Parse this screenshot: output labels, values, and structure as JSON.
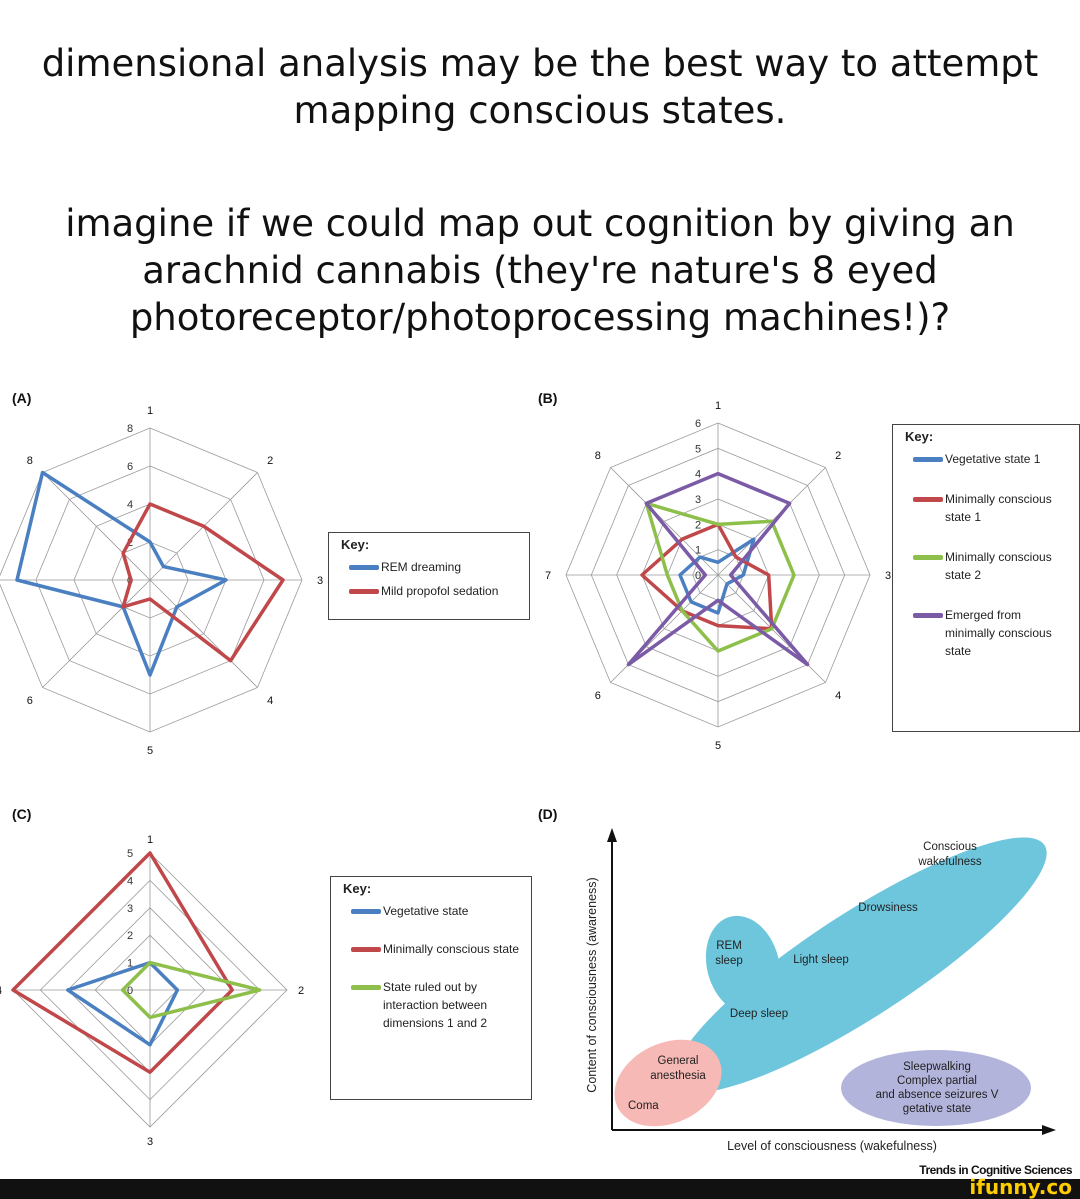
{
  "title": {
    "line1": "dimensional analysis may be the best way to attempt mapping conscious states.",
    "line2": "imagine if we could map out cognition by giving an arachnid cannabis (they're nature's 8 eyed photoreceptor/photoprocessing machines!)?"
  },
  "source": "Trends in Cognitive Sciences",
  "brand": "ifunny.co",
  "colors": {
    "blue": "#4a7fc1",
    "red": "#c0474a",
    "green": "#8dbf4a",
    "purple": "#7b5aa6",
    "cyan": "#6ec6dd",
    "pink": "#f6b9b6",
    "lavender": "#b3b4dc"
  },
  "chart_data": [
    {
      "panel": "(A)",
      "type": "radar",
      "axes": [
        "1",
        "2",
        "3",
        "4",
        "5",
        "6",
        "7",
        "8"
      ],
      "ticks": [
        "0",
        "2",
        "4",
        "6",
        "8"
      ],
      "rmax": 8,
      "key_title": "Key:",
      "series": [
        {
          "name": "REM dreaming",
          "color": "#4a7fc1",
          "values": [
            2,
            1,
            4,
            2,
            5,
            2,
            7,
            8
          ]
        },
        {
          "name": "Mild propofol sedation",
          "color": "#c0474a",
          "values": [
            4,
            4,
            7,
            6,
            1,
            2,
            1,
            2
          ]
        }
      ]
    },
    {
      "panel": "(B)",
      "type": "radar",
      "axes": [
        "1",
        "2",
        "3",
        "4",
        "5",
        "6",
        "7",
        "8"
      ],
      "ticks": [
        "0",
        "1",
        "2",
        "3",
        "4",
        "5",
        "6"
      ],
      "rmax": 6,
      "key_title": "Key:",
      "series": [
        {
          "name": "Vegetative state 1",
          "color": "#4a7fc1",
          "values": [
            0.5,
            2,
            1,
            0.5,
            1.5,
            1.5,
            1.5,
            1
          ]
        },
        {
          "name": "Minimally conscious state 1",
          "color": "#c0474a",
          "values": [
            2,
            1,
            2,
            3,
            2,
            2,
            3,
            2
          ]
        },
        {
          "name": "Minimally conscious state 2",
          "color": "#8dbf4a",
          "values": [
            2,
            3,
            3,
            3,
            3,
            2,
            2,
            4
          ]
        },
        {
          "name": "Emerged from minimally conscious state",
          "color": "#7b5aa6",
          "values": [
            4,
            4,
            0.5,
            5,
            1,
            5,
            0.5,
            4
          ]
        }
      ]
    },
    {
      "panel": "(C)",
      "type": "radar",
      "axes": [
        "1",
        "2",
        "3",
        "4"
      ],
      "ticks": [
        "0",
        "1",
        "2",
        "3",
        "4",
        "5"
      ],
      "rmax": 5,
      "key_title": "Key:",
      "series": [
        {
          "name": "Vegetative state",
          "color": "#4a7fc1",
          "values": [
            1,
            1,
            2,
            3
          ]
        },
        {
          "name": "Minimally conscious state",
          "color": "#c0474a",
          "values": [
            5,
            3,
            3,
            5
          ]
        },
        {
          "name": "State ruled out by interaction between dimensions 1 and 2",
          "color": "#8dbf4a",
          "values": [
            1,
            4,
            1,
            1
          ]
        }
      ]
    },
    {
      "panel": "(D)",
      "type": "scatter",
      "xlabel": "Level of consciousness (wakefulness)",
      "ylabel": "Content of consciousness (awareness)",
      "regions": [
        {
          "label": "Conscious wakefulness",
          "color": "#6ec6dd"
        },
        {
          "label": "Drowsiness",
          "color": "#6ec6dd"
        },
        {
          "label": "REM sleep",
          "color": "#6ec6dd"
        },
        {
          "label": "Light sleep",
          "color": "#6ec6dd"
        },
        {
          "label": "Deep sleep",
          "color": "#6ec6dd"
        },
        {
          "label": "General anesthesia",
          "color": "#f6b9b6"
        },
        {
          "label": "Coma",
          "color": "#f6b9b6"
        },
        {
          "label": "Sleepwalking Complex partial and absence seizures Vegetative state",
          "color": "#b3b4dc"
        }
      ]
    }
  ]
}
